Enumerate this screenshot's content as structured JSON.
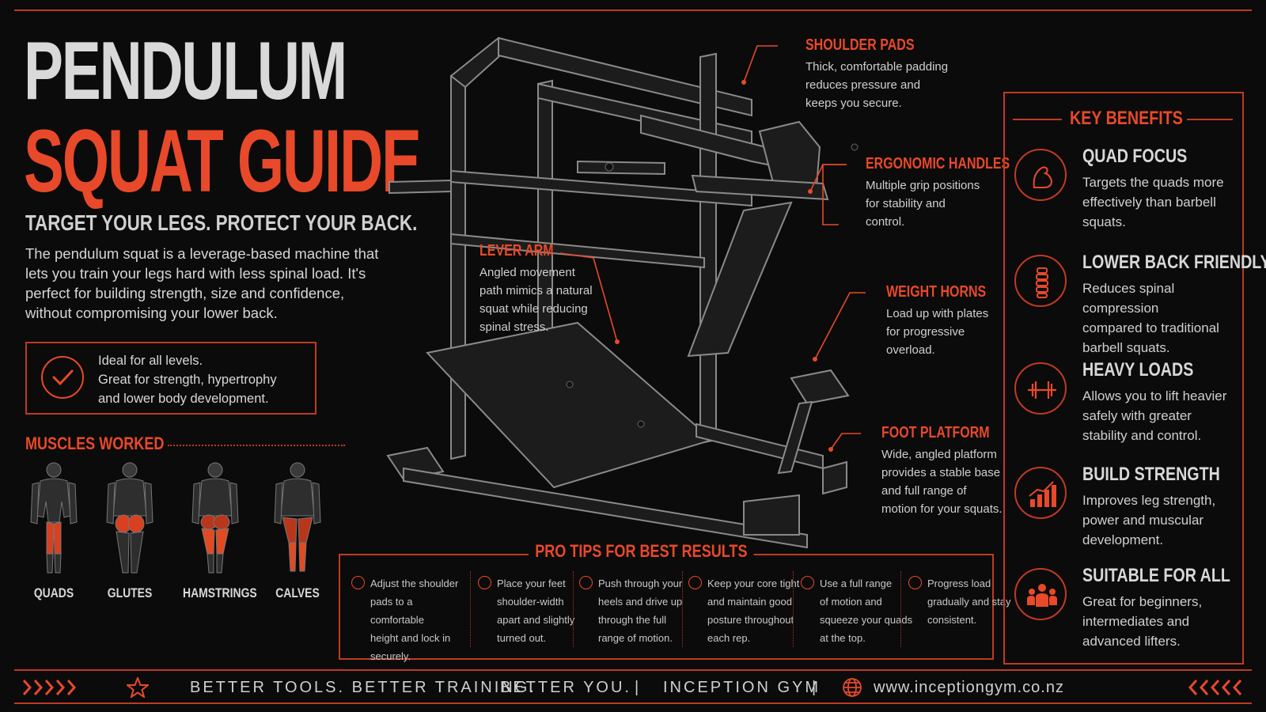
{
  "title": {
    "line1": "PENDULUM",
    "line2": "SQUAT GUIDE"
  },
  "tagline": "TARGET YOUR LEGS. PROTECT YOUR BACK.",
  "intro": "The pendulum squat is a leverage-based machine that lets you train your legs hard with less spinal load. It's perfect for building strength, size and confidence,  without compromising your lower back.",
  "levels": {
    "line1": "Ideal for all levels.",
    "line2": "Great for strength, hypertrophy",
    "line3": "and lower body development."
  },
  "muscles": {
    "heading": "MUSCLES WORKED",
    "items": [
      {
        "label": "QUADS",
        "icon": "quads-figure"
      },
      {
        "label": "GLUTES",
        "icon": "glutes-figure"
      },
      {
        "label": "HAMSTRINGS",
        "icon": "hamstrings-figure"
      },
      {
        "label": "CALVES",
        "icon": "calves-figure"
      }
    ]
  },
  "callouts": {
    "shoulder_pads": {
      "title": "SHOULDER PADS",
      "l1": "Thick, comfortable padding",
      "l2": "reduces pressure and",
      "l3": "keeps you secure."
    },
    "ergonomic_handles": {
      "title": "ERGONOMIC HANDLES",
      "l1": "Multiple grip positions",
      "l2": "for stability and",
      "l3": "control."
    },
    "lever_arm": {
      "title": "LEVER ARM",
      "l1": "Angled movement",
      "l2": "path mimics a natural",
      "l3": "squat while reducing",
      "l4": "spinal stress."
    },
    "weight_horns": {
      "title": "WEIGHT HORNS",
      "l1": "Load up with plates",
      "l2": "for progressive",
      "l3": "overload."
    },
    "foot_platform": {
      "title": "FOOT PLATFORM",
      "l1": "Wide, angled platform",
      "l2": "provides a stable base",
      "l3": "and full range of",
      "l4": "motion for your squats."
    }
  },
  "tips": {
    "heading": "PRO TIPS FOR BEST RESULTS",
    "items": [
      {
        "l1": "Adjust the shoulder",
        "l2": "pads to a comfortable",
        "l3": "height and lock in",
        "l4": "securely."
      },
      {
        "l1": "Place your feet",
        "l2": "shoulder-width",
        "l3": "apart and slightly",
        "l4": "turned out."
      },
      {
        "l1": "Push through your",
        "l2": "heels and drive up",
        "l3": "through the full",
        "l4": "range of motion."
      },
      {
        "l1": "Keep your core tight",
        "l2": "and maintain good",
        "l3": "posture throughout",
        "l4": "each rep."
      },
      {
        "l1": "Use a full range",
        "l2": "of motion and",
        "l3": "squeeze your quads",
        "l4": "at the top."
      },
      {
        "l1": "Progress load",
        "l2": "gradually and stay",
        "l3": "consistent.",
        "l4": ""
      }
    ]
  },
  "benefits": {
    "heading": "KEY BENEFITS",
    "items": [
      {
        "title": "QUAD FOCUS",
        "l1": "Targets the quads more",
        "l2": "effectively than barbell",
        "l3": "squats.",
        "icon": "flexed-arm-icon"
      },
      {
        "title": "LOWER BACK FRIENDLY",
        "l1": "Reduces spinal compression",
        "l2": "compared to traditional",
        "l3": "barbell squats.",
        "icon": "spine-icon"
      },
      {
        "title": "HEAVY LOADS",
        "l1": "Allows you to lift heavier",
        "l2": "safely with greater",
        "l3": "stability and control.",
        "icon": "barbell-icon"
      },
      {
        "title": "BUILD STRENGTH",
        "l1": "Improves leg strength,",
        "l2": "power and muscular",
        "l3": "development.",
        "icon": "bar-chart-icon"
      },
      {
        "title": "SUITABLE FOR ALL",
        "l1": "Great for beginners,",
        "l2": "intermediates and",
        "l3": "advanced lifters.",
        "icon": "group-icon"
      }
    ]
  },
  "footer": {
    "slogan_a": "BETTER TOOLS. BETTER TRAINING.",
    "slogan_b": "BETTER YOU.",
    "brand": "INCEPTION GYM",
    "url": "www.inceptiongym.co.nz",
    "sep": "|"
  },
  "colors": {
    "accent": "#e8492a",
    "border": "#c03a22",
    "background": "#0b0b0b",
    "text": "#d8d8d8"
  }
}
